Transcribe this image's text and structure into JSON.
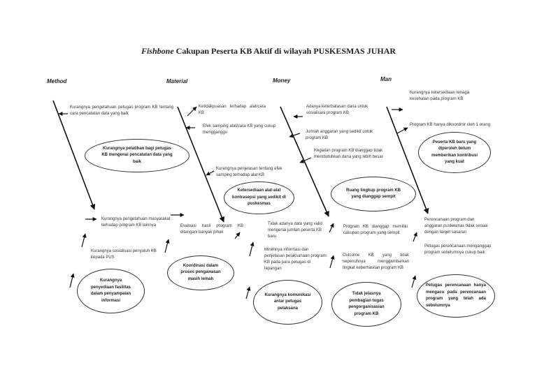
{
  "title": {
    "italic": "Fishbone",
    "rest": " Cakupan Peserta KB Aktif  di wilayah PUSKESMAS JUHAR"
  },
  "categories": {
    "method": "Method",
    "material": "Material",
    "money": "Money",
    "man": "Man"
  },
  "method": {
    "cause1": "Kurangnya pengetahuan petugas program KB tentang cara pencatatan data yang baik",
    "oval1": "Kurangnya pelatihan bagi petugas KB mengenai pencatatan data yang baik",
    "cause2": "Kurangnya pengetahuan masyarakat terhadap program KB lainnya",
    "cause3": "Kurangnya sosialisasi penyuluh KB kepada PUS",
    "oval2": "Kurangnya penyediaan fasilitas dalam penyampaian informasi"
  },
  "material": {
    "cause1": "Ketidakpuasan terhadap alat/cara KB",
    "cause2": "Efek samping alat/cara KB yang cukup mengganggu",
    "cause3": "Kurangnya penjelasan tentang efek samping terhadap alat KB",
    "oval1": "Ketersediaan alat-alat kontrasepsi yang sedikit di puskesmas",
    "cause4": "Evaluasi hasil program KB ditangani banyak pihak",
    "oval2": "Koordinasi dalam proses pengawasan masih lemah"
  },
  "money": {
    "cause1": "Adanya keterbatasan dana untuk sosialisasi program KB",
    "cause2": "Jumlah anggaran yang sedikit untuk program KB",
    "cause3": "Kegiatan program KB dianggap tidak membutuhkan dana yang lebih besar",
    "cause4": "Tidak adanya data yang valid mengenai jumlah peserta KB baru",
    "cause5": "Minimnya informasi dan penjelasan pelaksanaan program KB pada para petugas di lapangan",
    "oval1": "Kurangnya komunikasi antar petugas pelaksana"
  },
  "man_area": {
    "oval_scope": "Ruang lingkup program KB yang dianggap sempit",
    "cause_scope": "Program KB dianggap memiliki cakupan program yang sempit",
    "cause_outcome": "Outcome KB yang tidak sepenuhnya menggambarkan tingkat keberhasilan program KB",
    "oval_tasks": "Tidak jelasnya pembagian tugas pengorganisasian program KB"
  },
  "man": {
    "cause1": "Kurangnya ketersediaan tenaga kesehatan pada program KB",
    "cause2": "Program KB hanya dikoordinir oleh 1 orang",
    "oval1": "Peserta KB baru yang diperoleh belum memberikan kontribusi yang kuat",
    "cause3": "Perencanaan program dan anggaran puskesmas tidak sesuai dengan target sasaran",
    "cause4": "Petugas perencanaan menganggap program sebelumnya cukup baik",
    "oval2": "Petugas perencanaan hanya mengacu pada perencanaan program yang telah ada sebelumnya"
  }
}
